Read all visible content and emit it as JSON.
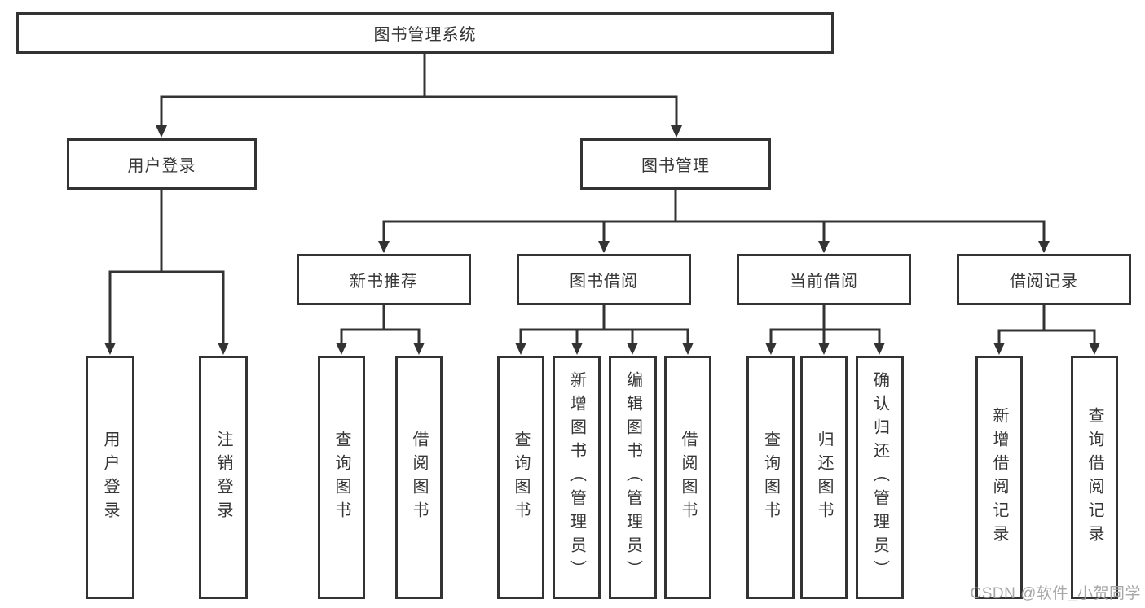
{
  "tree": {
    "root": "图书管理系统",
    "children": [
      {
        "label": "用户登录",
        "children": [
          "用户登录",
          "注销登录"
        ]
      },
      {
        "label": "图书管理",
        "children": [
          {
            "label": "新书推荐",
            "children": [
              "查询图书",
              "借阅图书"
            ]
          },
          {
            "label": "图书借阅",
            "children": [
              "查询图书",
              "新增图书（管理员）",
              "编辑图书（管理员）",
              "借阅图书"
            ]
          },
          {
            "label": "当前借阅",
            "children": [
              "查询图书",
              "归还图书",
              "确认归还（管理员）"
            ]
          },
          {
            "label": "借阅记录",
            "children": [
              "新增借阅记录",
              "查询借阅记录"
            ]
          }
        ]
      }
    ]
  },
  "watermark": {
    "text": "CSDN @软件_小贺同学"
  },
  "colors": {
    "line": "#333333",
    "box_border": "#333333",
    "text": "#363636",
    "watermark": "#9e9e9e",
    "background": "#ffffff"
  }
}
